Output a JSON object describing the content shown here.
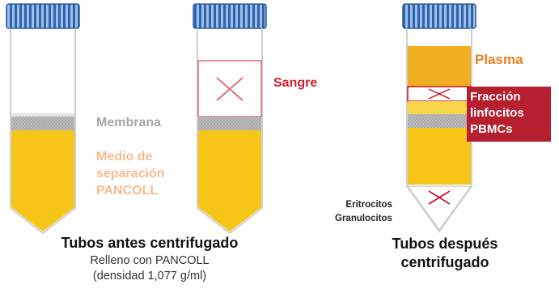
{
  "labels": {
    "membrana": "Membrana",
    "medio": [
      "Medio de",
      "separación",
      "PANCOLL"
    ],
    "sangre": "Sangre",
    "plasma": "Plasma",
    "fraccion": [
      "Fracción",
      "linfocitos",
      "PBMCs"
    ],
    "eritrocitos": [
      "Eritrocitos",
      "Granulocitos"
    ]
  },
  "captions": {
    "before_title": "Tubos antes centrifugado",
    "before_sub": [
      "Relleno con PANCOLL",
      "(densidad 1,077 g/ml)"
    ],
    "after_title": [
      "Tubos después",
      "centrifugado"
    ]
  },
  "colors": {
    "cap_blue": "#3b6fb8",
    "tube_outline": "#cfcfcf",
    "medium_yellow": "#f5c518",
    "medium_light": "#f8d64a",
    "membrane_gray": "#b8b8b8",
    "plasma_orange": "#f0ad1f",
    "blood_red": "#d0102a",
    "fraction_box": "#b51f2f"
  }
}
